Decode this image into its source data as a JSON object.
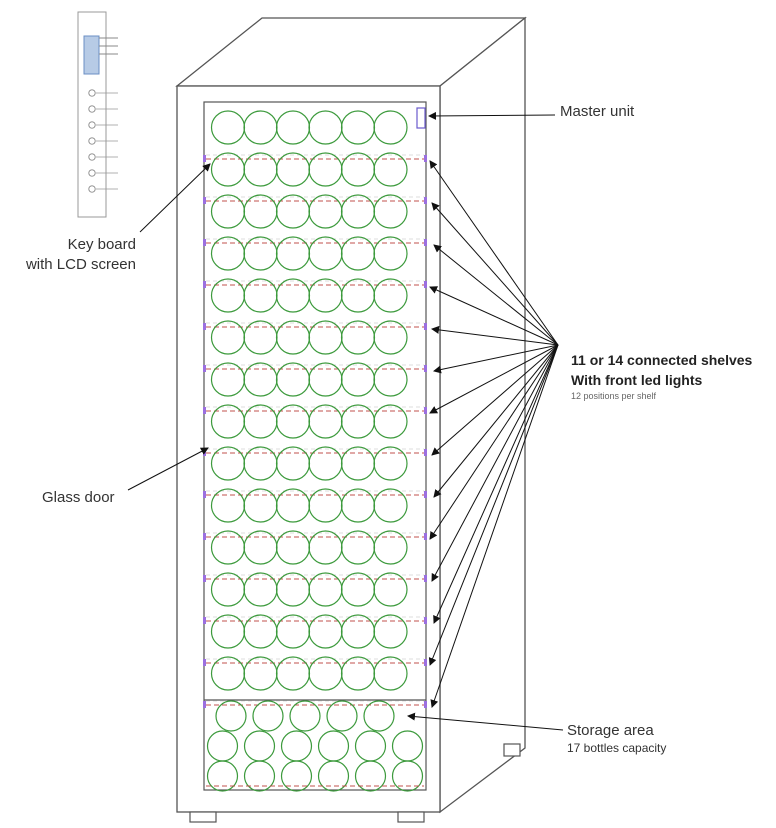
{
  "labels": {
    "keyboard_line1": "Key board",
    "keyboard_line2": "with LCD screen",
    "master_unit": "Master unit",
    "glass_door": "Glass door",
    "shelves_line1": "11 or 14 connected shelves",
    "shelves_line2": "With front led lights",
    "shelves_note": "12 positions per shelf",
    "storage_title": "Storage area",
    "storage_capacity": "17 bottles capacity"
  },
  "cabinet": {
    "shelf_count": 14,
    "bottles_per_shelf_row": 6,
    "storage_rows": [
      5,
      6,
      6
    ]
  },
  "colors": {
    "outline": "#555555",
    "bottle": "#3c9a3c",
    "shelf_dash": "#c0504d",
    "led": "#9b6fe0",
    "arrow": "#111111"
  },
  "icons": {
    "keypad": "keypad-icon",
    "lcd": "lcd-screen-icon"
  }
}
